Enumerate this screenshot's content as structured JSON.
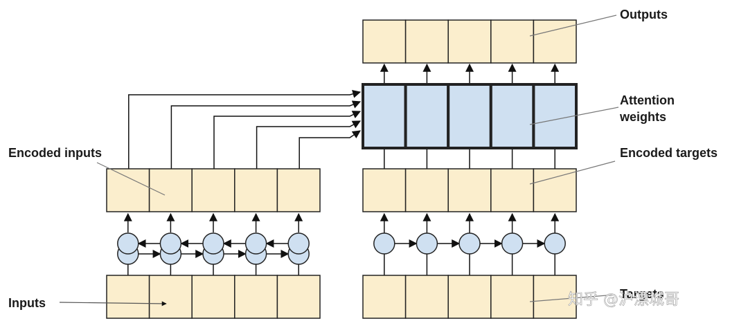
{
  "labels": {
    "outputs": "Outputs",
    "attention_line1": "Attention",
    "attention_line2": "weights",
    "encoded_targets": "Encoded targets",
    "encoded_inputs": "Encoded inputs",
    "inputs": "Inputs",
    "targets": "Targets"
  },
  "watermark": "知乎 @沪漂城哥",
  "colors": {
    "cell_fill": "#fbeecd",
    "attention_fill": "#cfe0f1",
    "node_fill": "#cfe0f1",
    "stroke": "#222222"
  }
}
